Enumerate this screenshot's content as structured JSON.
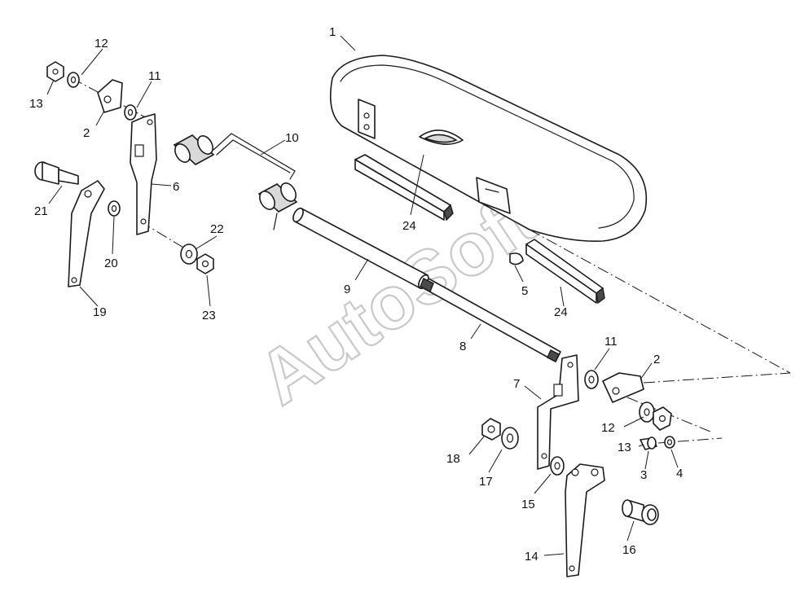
{
  "watermark": "AutoSoft",
  "callouts": [
    "1",
    "2",
    "2",
    "3",
    "4",
    "5",
    "6",
    "7",
    "8",
    "9",
    "10",
    "11",
    "11",
    "12",
    "12",
    "13",
    "13",
    "14",
    "15",
    "16",
    "17",
    "18",
    "19",
    "20",
    "21",
    "22",
    "23",
    "24",
    "24"
  ]
}
